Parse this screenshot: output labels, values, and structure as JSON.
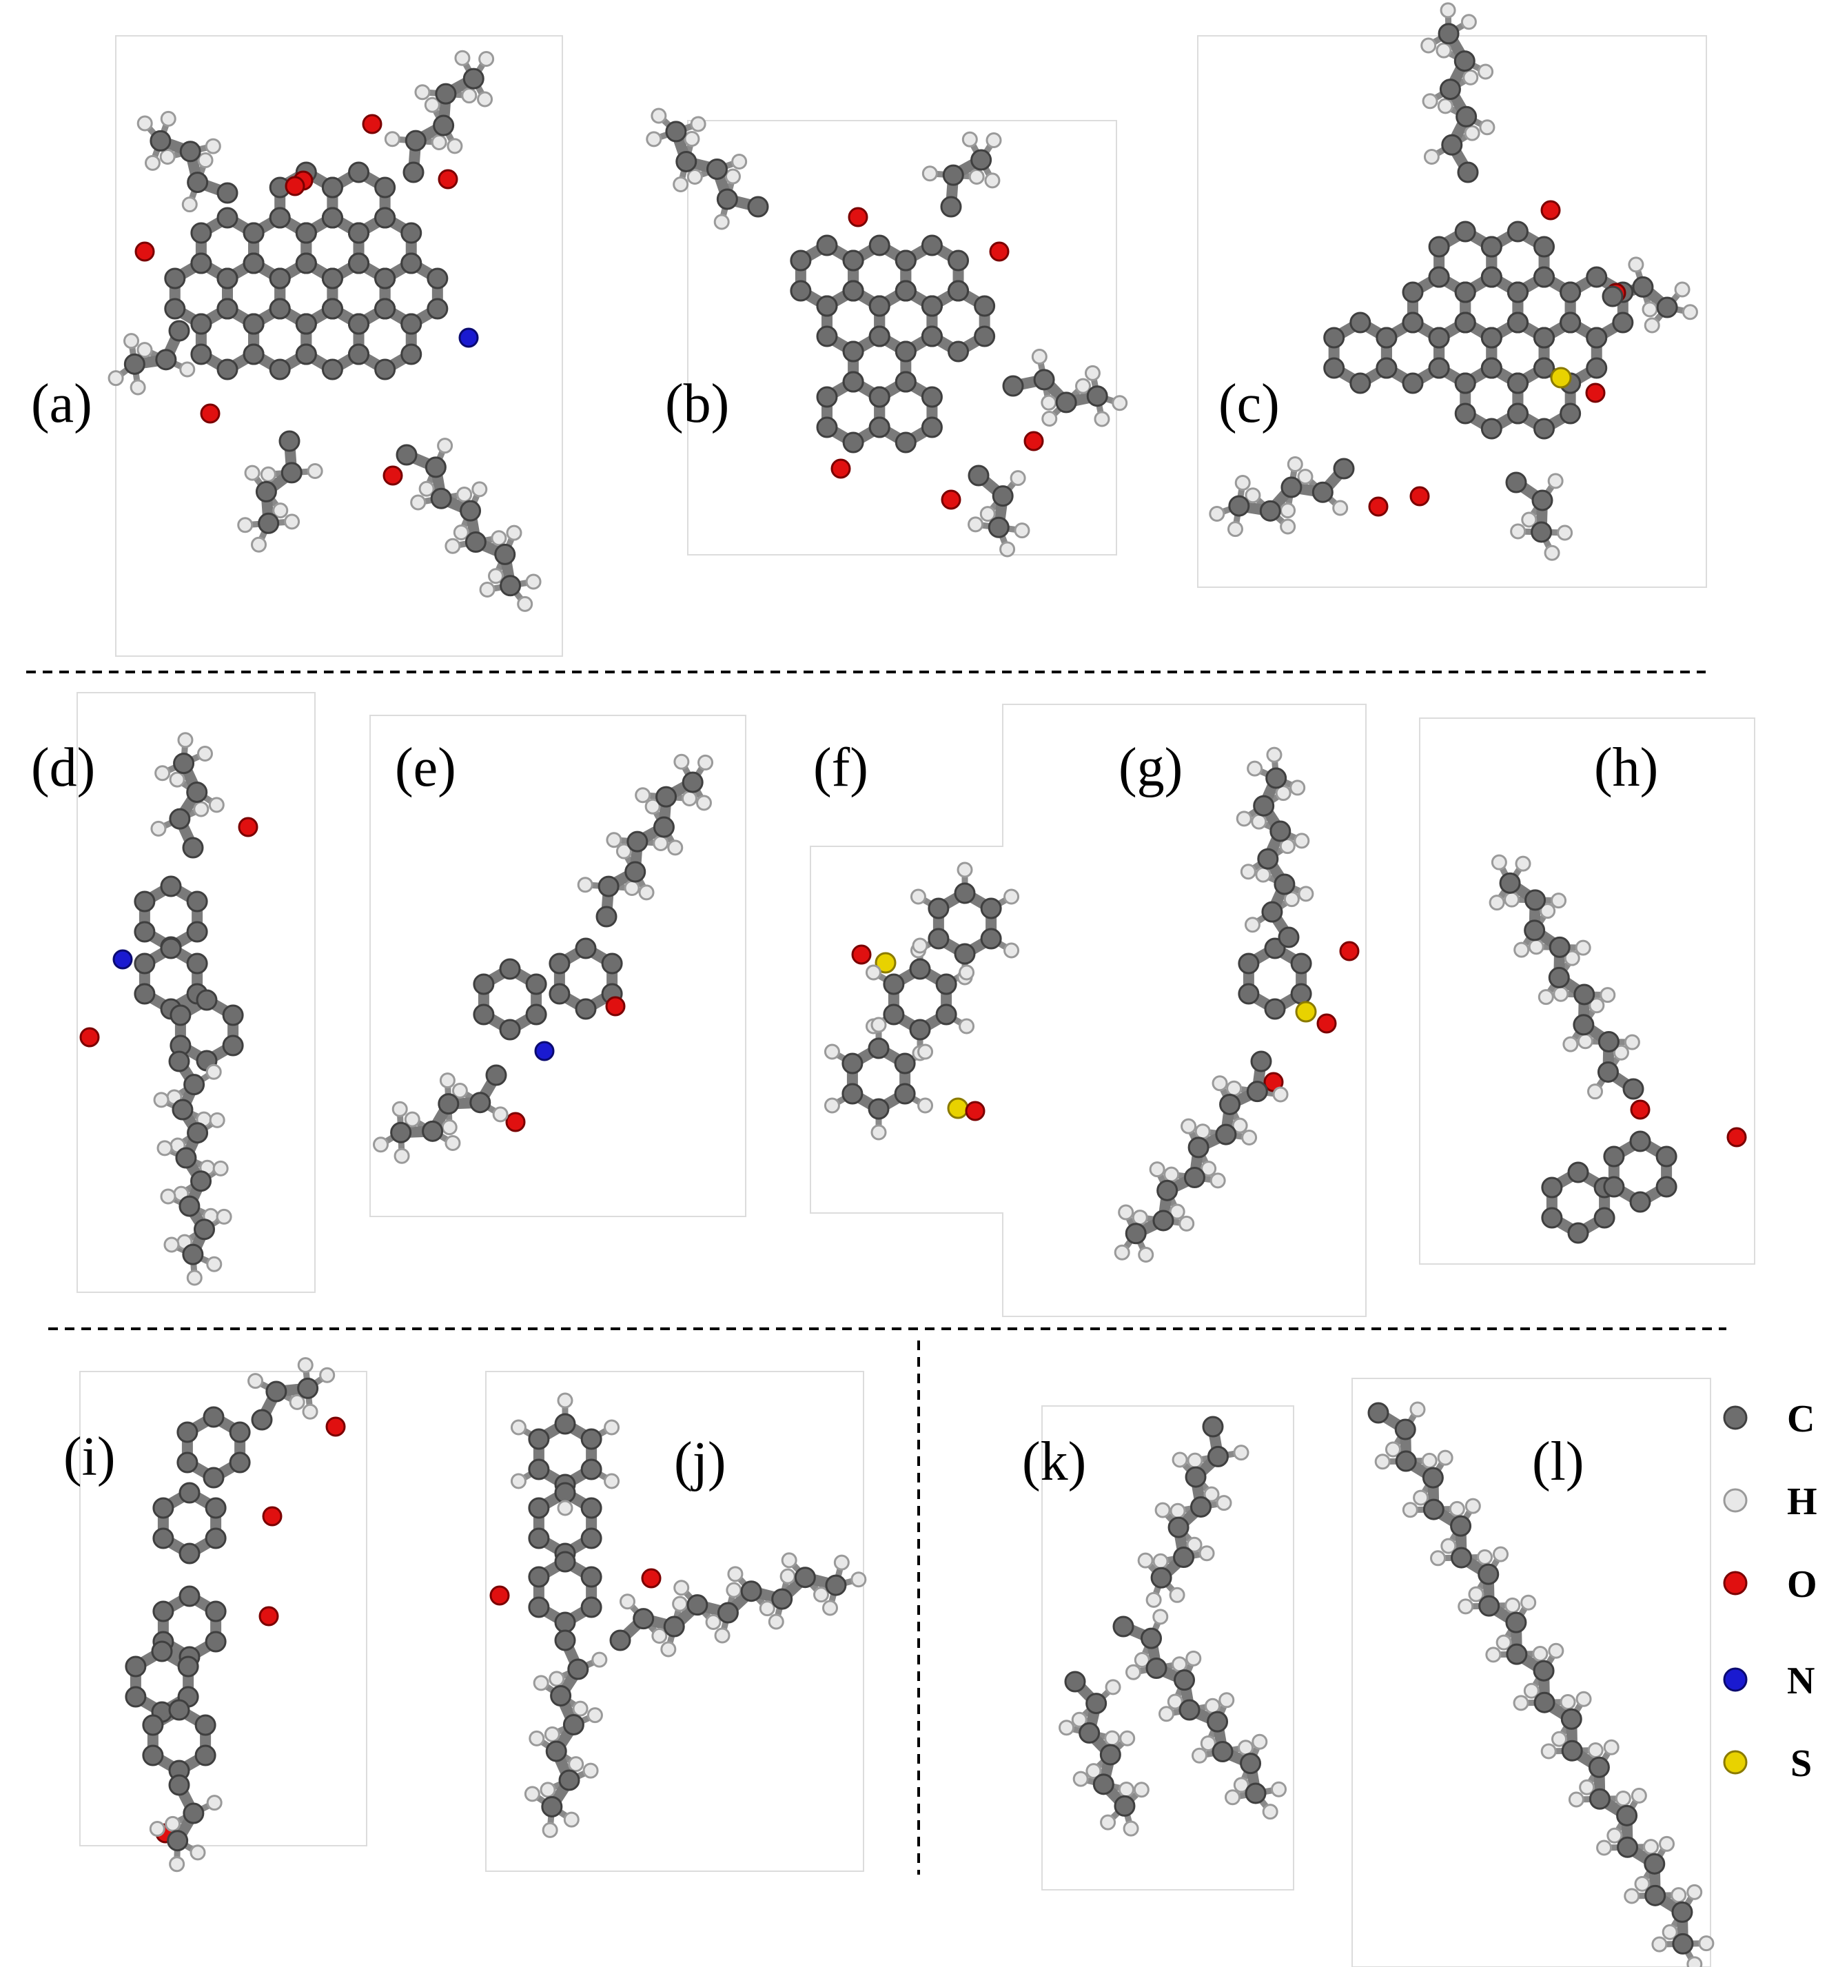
{
  "panels": [
    {
      "id": "a",
      "label": "(a)",
      "elements": [
        "C",
        "H",
        "O",
        "N"
      ]
    },
    {
      "id": "b",
      "label": "(b)",
      "elements": [
        "C",
        "H",
        "O"
      ]
    },
    {
      "id": "c",
      "label": "(c)",
      "elements": [
        "C",
        "H",
        "O",
        "S"
      ]
    },
    {
      "id": "d",
      "label": "(d)",
      "elements": [
        "C",
        "H",
        "O",
        "N"
      ]
    },
    {
      "id": "e",
      "label": "(e)",
      "elements": [
        "C",
        "H",
        "O",
        "N"
      ]
    },
    {
      "id": "f",
      "label": "(f)",
      "elements": [
        "C",
        "H",
        "O",
        "S"
      ]
    },
    {
      "id": "g",
      "label": "(g)",
      "elements": [
        "C",
        "H",
        "O",
        "S"
      ]
    },
    {
      "id": "h",
      "label": "(h)",
      "elements": [
        "C",
        "H",
        "O"
      ]
    },
    {
      "id": "i",
      "label": "(i)",
      "elements": [
        "C",
        "H",
        "O"
      ]
    },
    {
      "id": "j",
      "label": "(j)",
      "elements": [
        "C",
        "H",
        "O"
      ]
    },
    {
      "id": "k",
      "label": "(k)",
      "elements": [
        "C",
        "H"
      ]
    },
    {
      "id": "l",
      "label": "(l)",
      "elements": [
        "C",
        "H"
      ]
    }
  ],
  "legend": [
    {
      "symbol": "C",
      "color": "#6e6e6e"
    },
    {
      "symbol": "H",
      "color": "#e8e8e8"
    },
    {
      "symbol": "O",
      "color": "#e01010"
    },
    {
      "symbol": "N",
      "color": "#1a1ad0"
    },
    {
      "symbol": "S",
      "color": "#e8d200"
    }
  ]
}
